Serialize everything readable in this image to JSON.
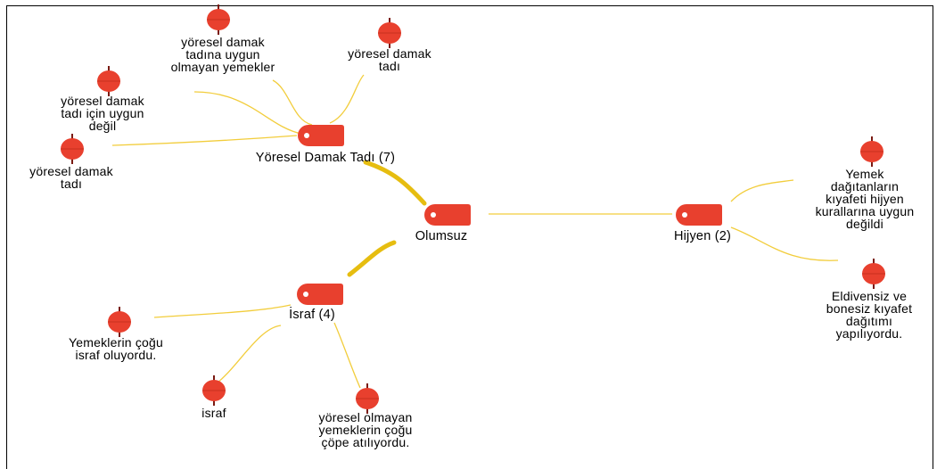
{
  "colors": {
    "node_fill": "#e8402e",
    "node_dark": "#7a1a12",
    "thin_link": "#f2cd3c",
    "thick_link": "#e6bd10",
    "frame": "#000000"
  },
  "central": {
    "label": "Olumsuz",
    "icon": "code-tag-icon"
  },
  "codes": [
    {
      "id": "yoresel",
      "label": "Yöresel Damak Tadı (7)",
      "icon": "code-tag-icon"
    },
    {
      "id": "israf",
      "label": "İsraf (4)",
      "icon": "code-tag-icon"
    },
    {
      "id": "hijyen",
      "label": "Hijyen (2)",
      "icon": "code-tag-icon"
    }
  ],
  "quotes": [
    {
      "id": "q1",
      "parent": "yoresel",
      "label": "yöresel damak\ntadına uygun\nolmayan yemekler",
      "icon": "pin-icon"
    },
    {
      "id": "q2",
      "parent": "yoresel",
      "label": "yöresel damak\ntadı",
      "icon": "pin-icon"
    },
    {
      "id": "q3",
      "parent": "yoresel",
      "label": "yöresel damak\ntadı için uygun\ndeğil",
      "icon": "pin-icon"
    },
    {
      "id": "q4",
      "parent": "yoresel",
      "label": "yöresel damak\ntadı",
      "icon": "pin-icon"
    },
    {
      "id": "q5",
      "parent": "israf",
      "label": "Yemeklerin çoğu\nisraf oluyordu.",
      "icon": "pin-icon"
    },
    {
      "id": "q6",
      "parent": "israf",
      "label": "israf",
      "icon": "pin-icon"
    },
    {
      "id": "q7",
      "parent": "israf",
      "label": "yöresel olmayan\nyemeklerin çoğu\nçöpe atılıyordu.",
      "icon": "pin-icon"
    },
    {
      "id": "q8",
      "parent": "hijyen",
      "label": "Yemek\ndağıtanların\nkıyafeti hijyen\nkurallarına uygun\ndeğildi",
      "icon": "pin-icon"
    },
    {
      "id": "q9",
      "parent": "hijyen",
      "label": "Eldivensiz ve\nbonesiz kıyafet\ndağıtımı\nyapılıyordu.",
      "icon": "pin-icon"
    }
  ]
}
